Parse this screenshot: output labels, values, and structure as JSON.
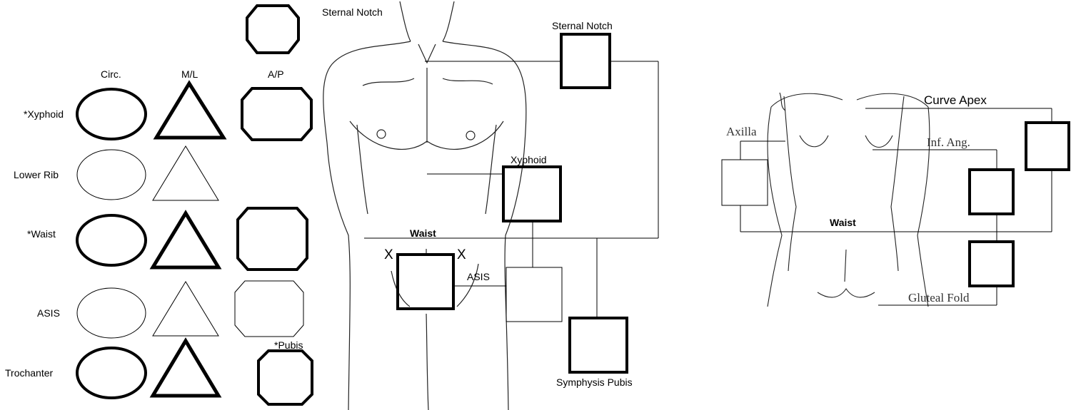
{
  "columns": {
    "circ": "Circ.",
    "ml": "M/L",
    "ap": "A/P"
  },
  "rows": [
    {
      "label": "*Xyphoid"
    },
    {
      "label": "Lower Rib"
    },
    {
      "label": "*Waist"
    },
    {
      "label": "ASIS"
    },
    {
      "label": "Trochanter"
    }
  ],
  "pubis_label": "*Pubis",
  "front": {
    "sternal_notch_figure": "Sternal Notch",
    "sternal_notch_box": "Sternal Notch",
    "xyphoid": "Xyphoid",
    "waist": "Waist",
    "x_mark": "X",
    "asis": "ASIS",
    "symphysis_pubis": "Symphysis Pubis"
  },
  "back": {
    "axilla": "Axilla",
    "curve_apex": "Curve Apex",
    "inf_ang": "Inf. Ang.",
    "waist": "Waist",
    "gluteal_fold": "Gluteal Fold"
  }
}
